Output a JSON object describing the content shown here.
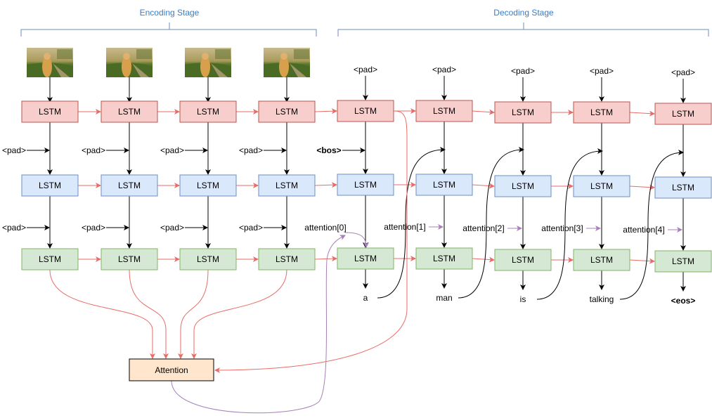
{
  "header": {
    "encoding_title": "Encoding Stage",
    "decoding_title": "Decoding Stage"
  },
  "lstm_label": "LSTM",
  "attention_label": "Attention",
  "pad_token": "<pad>",
  "bos_token": "<bos>",
  "eos_token": "<eos>",
  "attention_inputs": [
    "attention[0]",
    "attention[1]",
    "attention[2]",
    "attention[3]",
    "attention[4]"
  ],
  "output_words": [
    "a",
    "man",
    "is",
    "talking"
  ],
  "encoder_frames": [
    "video-frame-1",
    "video-frame-2",
    "video-frame-3",
    "video-frame-4"
  ],
  "colors": {
    "title": "#3a7cc4",
    "bracket": "#6c8ebf",
    "lstm_top_fill": "#f8cecc",
    "lstm_top_stroke": "#b85450",
    "lstm_mid_fill": "#dae8fc",
    "lstm_mid_stroke": "#6c8ebf",
    "lstm_bottom_fill": "#d5e8d4",
    "lstm_bottom_stroke": "#82b366",
    "attention_fill": "#ffe6cc",
    "attention_stroke": "#000000",
    "red_arrow": "#ea6b66",
    "purple_arrow": "#a680b8",
    "black_arrow": "#000000"
  }
}
